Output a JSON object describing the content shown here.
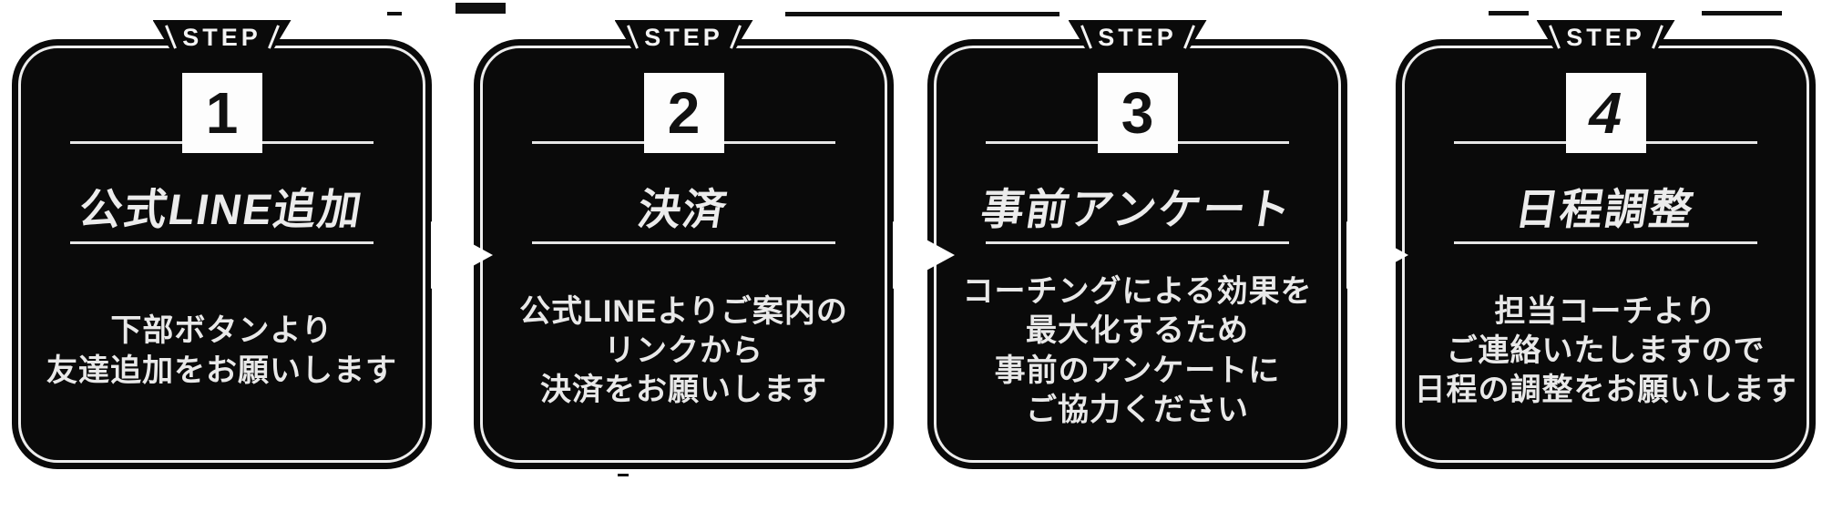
{
  "steps": [
    {
      "badge": "STEP",
      "number": "1",
      "title": "公式LINE追加",
      "description": "下部ボタンより\n友達追加をお願いします"
    },
    {
      "badge": "STEP",
      "number": "2",
      "title": "決済",
      "description": "公式LINEよりご案内の\nリンクから\n決済をお願いします"
    },
    {
      "badge": "STEP",
      "number": "3",
      "title": "事前アンケート",
      "description": "コーチングによる効果を\n最大化するため\n事前のアンケートに\nご協力ください"
    },
    {
      "badge": "STEP",
      "number": "4",
      "title": "日程調整",
      "description": "担当コーチより\nご連絡いたしますので\n日程の調整をお願いします"
    }
  ],
  "colors": {
    "page_background": "#ffffff",
    "card_background": "#0a0a0a",
    "card_inner_border": "#ededed",
    "card_text": "#ececec",
    "number_box_background": "#fdfdfd",
    "number_text": "#111111",
    "arrow_color": "#ffffff"
  }
}
